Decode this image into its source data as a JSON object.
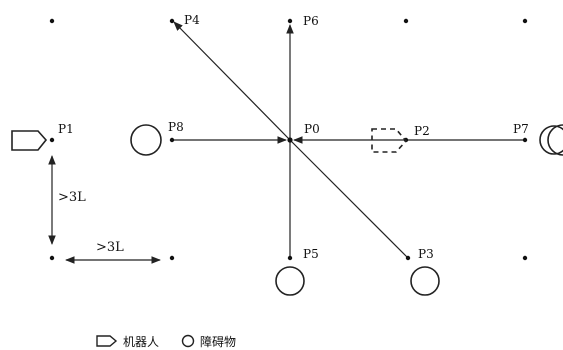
{
  "points": {
    "p0": "P0",
    "p1": "P1",
    "p2": "P2",
    "p3": "P3",
    "p4": "P4",
    "p5": "P5",
    "p6": "P6",
    "p7": "P7",
    "p8": "P8"
  },
  "dimensions": {
    "vertical": ">3L",
    "horizontal": ">3L"
  },
  "legend": {
    "robot": "机器人",
    "obstacle": "障碍物"
  }
}
